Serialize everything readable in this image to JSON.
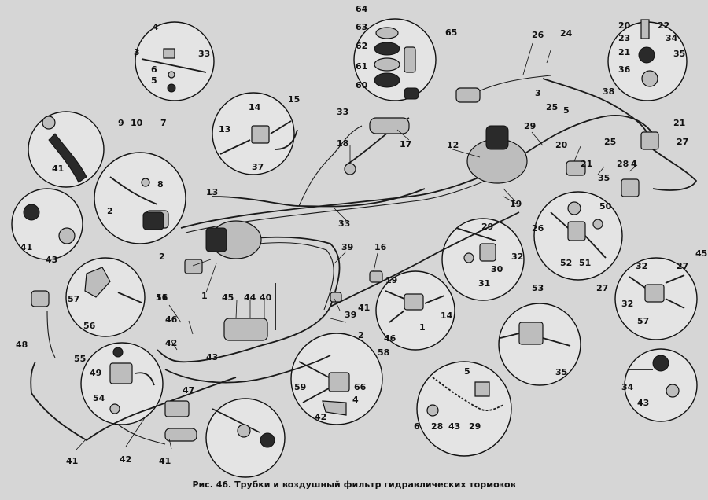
{
  "caption": "Рис. 46. Трубки и воздушный фильтр гидравлических тормозов",
  "labels": [
    "64",
    "63",
    "62",
    "61",
    "60",
    "65",
    "4",
    "3",
    "33",
    "6",
    "5",
    "26",
    "24",
    "3",
    "25",
    "20",
    "22",
    "23",
    "34",
    "21",
    "35",
    "36",
    "38",
    "5",
    "25",
    "21",
    "15",
    "14",
    "13",
    "37",
    "33",
    "18",
    "17",
    "12",
    "29",
    "20",
    "21",
    "28",
    "4",
    "27",
    "9",
    "10",
    "7",
    "8",
    "2",
    "41",
    "41",
    "43",
    "13",
    "2",
    "19",
    "35",
    "26",
    "50",
    "33",
    "16",
    "39",
    "29",
    "32",
    "30",
    "31",
    "53",
    "52",
    "51",
    "27",
    "57",
    "56",
    "11",
    "1",
    "39",
    "19",
    "14",
    "1",
    "46",
    "32",
    "27",
    "45",
    "32",
    "57",
    "56",
    "46",
    "45",
    "44",
    "40",
    "41",
    "48",
    "55",
    "49",
    "54",
    "47",
    "42",
    "43",
    "59",
    "2",
    "58",
    "66",
    "4",
    "5",
    "6",
    "28",
    "43",
    "29",
    "35",
    "34",
    "43",
    "42",
    "41",
    "42",
    "41"
  ]
}
